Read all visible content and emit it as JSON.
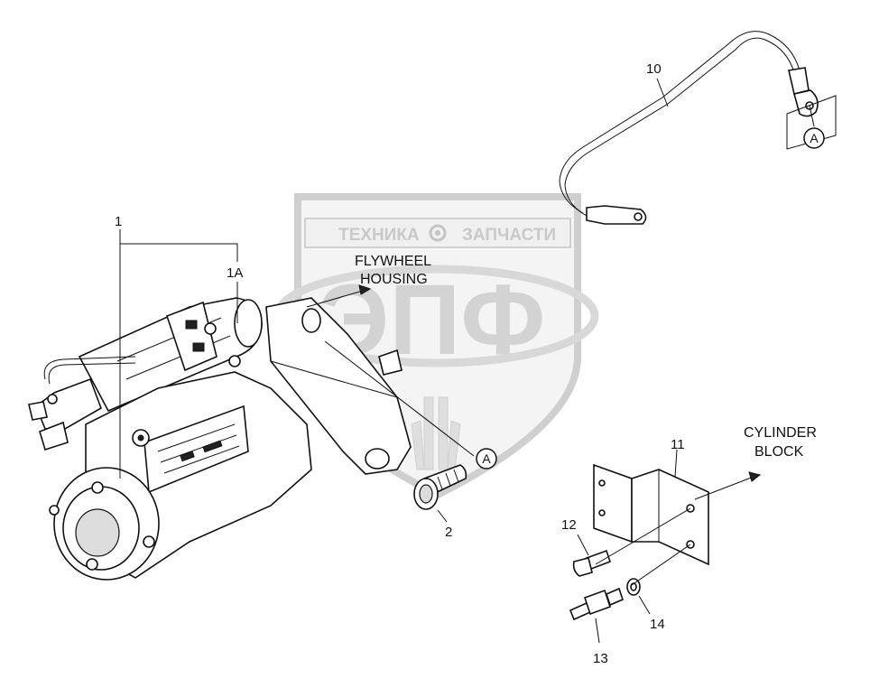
{
  "watermark": {
    "banner_left": "ТЕХНИКА",
    "banner_right": "ЗАПЧАСТИ",
    "monogram": "ЭПФ"
  },
  "notes": {
    "flywheel_line1": "FLYWHEEL",
    "flywheel_line2": "HOUSING",
    "cylinder_line1": "CYLINDER",
    "cylinder_line2": "BLOCK"
  },
  "callouts": {
    "a_top": "A",
    "a_bottom": "A"
  },
  "part_labels": [
    {
      "id": "1",
      "text": "1"
    },
    {
      "id": "1a",
      "text": "1A"
    },
    {
      "id": "10",
      "text": "10"
    },
    {
      "id": "2",
      "text": "2"
    },
    {
      "id": "11",
      "text": "11"
    },
    {
      "id": "12",
      "text": "12"
    },
    {
      "id": "13",
      "text": "13"
    },
    {
      "id": "14",
      "text": "14"
    }
  ],
  "colors": {
    "line": "#111111",
    "watermark": "#cfcfcf",
    "background": "#ffffff"
  }
}
